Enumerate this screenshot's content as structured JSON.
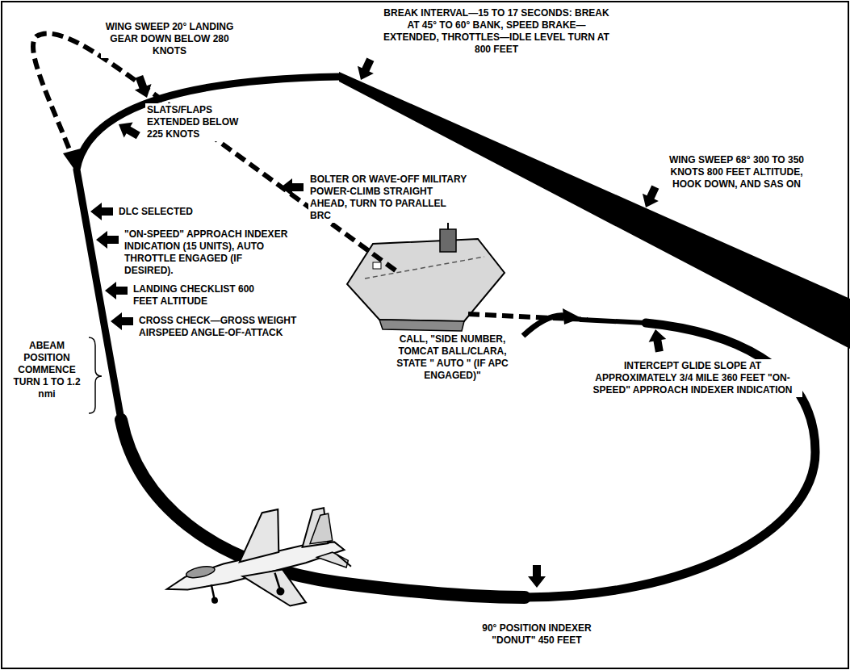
{
  "diagram": {
    "labels": [
      "BREAK INTERVAL—15 TO 17 SECONDS: BREAK AT 45° TO 60° BANK, SPEED BRAKE—EXTENDED, THROTTLES—IDLE LEVEL TURN AT 800 FEET",
      "WING SWEEP 20° LANDING GEAR DOWN BELOW 280 KNOTS",
      "SLATS/FLAPS EXTENDED BELOW 225 KNOTS",
      "BOLTER OR WAVE-OFF MILITARY POWER-CLIMB STRAIGHT AHEAD, TURN TO PARALLEL BRC",
      "WING SWEEP 68° 300 TO 350 KNOTS 800 FEET ALTITUDE, HOOK DOWN, AND SAS ON",
      "DLC SELECTED",
      "\"ON-SPEED\" APPROACH INDEXER INDICATION (15 UNITS), AUTO THROTTLE ENGAGED (IF DESIRED).",
      "LANDING CHECKLIST 600 FEET ALTITUDE",
      "CROSS CHECK—GROSS WEIGHT AIRSPEED ANGLE-OF-ATTACK",
      "CALL, \"SIDE NUMBER, TOMCAT BALL/CLARA, STATE \" AUTO \" (IF APC ENGAGED)\"",
      "INTERCEPT GLIDE SLOPE AT APPROXIMATELY 3/4 MILE 360 FEET \"ON-SPEED\" APPROACH INDEXER INDICATION",
      "ABEAM POSITION COMMENCE TURN 1 TO 1.2 nmi",
      "90° POSITION INDEXER \"DONUT\" 450 FEET"
    ]
  }
}
